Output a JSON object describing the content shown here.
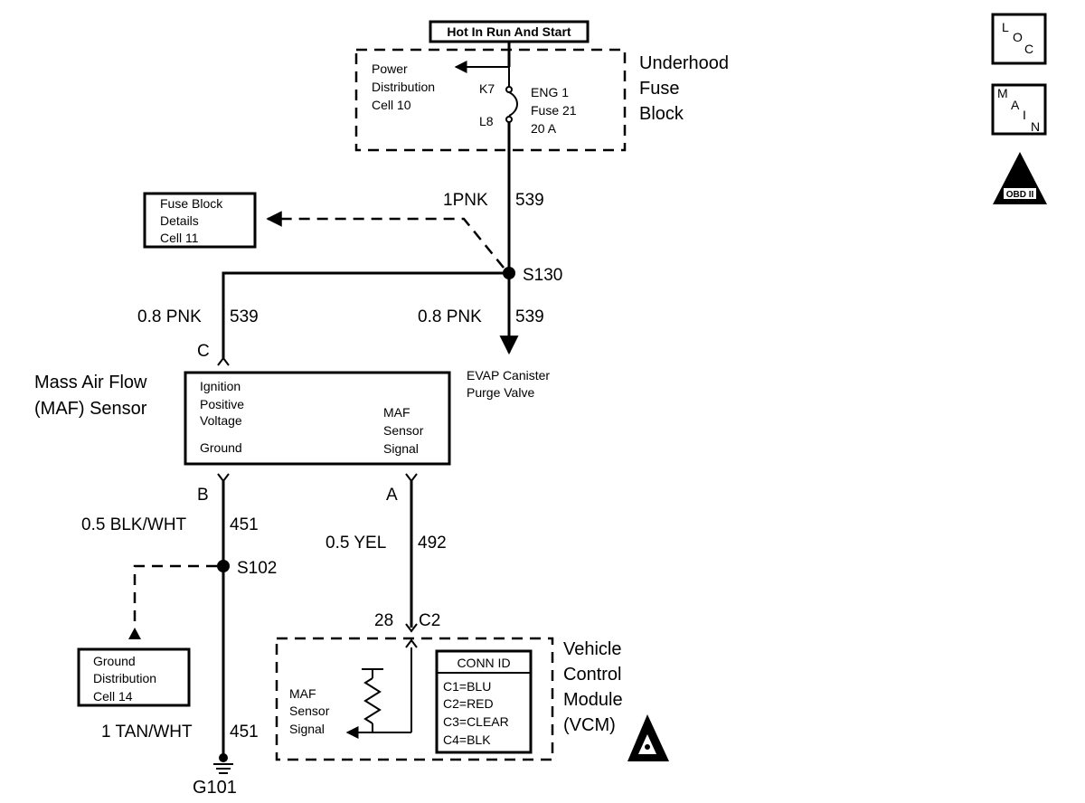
{
  "top_label": "Hot In Run And Start",
  "underhood": {
    "title_lines": [
      "Underhood",
      "Fuse",
      "Block"
    ],
    "power_dist_lines": [
      "Power",
      "Distribution",
      "Cell 10"
    ],
    "pin_top": "K7",
    "pin_bottom": "L8",
    "fuse_lines": [
      "ENG 1",
      "Fuse 21",
      "20 A"
    ]
  },
  "fuse_block_details_lines": [
    "Fuse Block",
    "Details",
    "Cell 11"
  ],
  "wire_main": {
    "gauge": "1PNK",
    "circuit": "539"
  },
  "splice_s130": "S130",
  "wire_left": {
    "gauge": "0.8 PNK",
    "circuit": "539"
  },
  "wire_right": {
    "gauge": "0.8 PNK",
    "circuit": "539"
  },
  "evap_lines": [
    "EVAP Canister",
    "Purge Valve"
  ],
  "maf": {
    "title_lines": [
      "Mass Air Flow",
      "(MAF) Sensor"
    ],
    "pin_c": "C",
    "ignition_lines": [
      "Ignition",
      "Positive",
      "Voltage"
    ],
    "ground_label": "Ground",
    "signal_lines": [
      "MAF",
      "Sensor",
      "Signal"
    ],
    "pin_b": "B",
    "pin_a": "A"
  },
  "wire_blk": {
    "gauge": "0.5 BLK/WHT",
    "circuit": "451"
  },
  "wire_yel": {
    "gauge": "0.5 YEL",
    "circuit": "492"
  },
  "splice_s102": "S102",
  "ground_dist_lines": [
    "Ground",
    "Distribution",
    "Cell 14"
  ],
  "connector": {
    "pin": "28",
    "name": "C2"
  },
  "vcm": {
    "title_lines": [
      "Vehicle",
      "Control",
      "Module",
      "(VCM)"
    ],
    "signal_lines": [
      "MAF",
      "Sensor",
      "Signal"
    ],
    "conn_id_title": "CONN ID",
    "conn_id_rows": [
      "C1=BLU",
      "C2=RED",
      "C3=CLEAR",
      "C4=BLK"
    ]
  },
  "wire_tan": {
    "gauge": "1 TAN/WHT",
    "circuit": "451"
  },
  "ground_g101": "G101",
  "icons": {
    "loc": [
      "L",
      "O",
      "C"
    ],
    "main": [
      "M",
      "A",
      "I",
      "N"
    ],
    "obd": "OBD II"
  }
}
